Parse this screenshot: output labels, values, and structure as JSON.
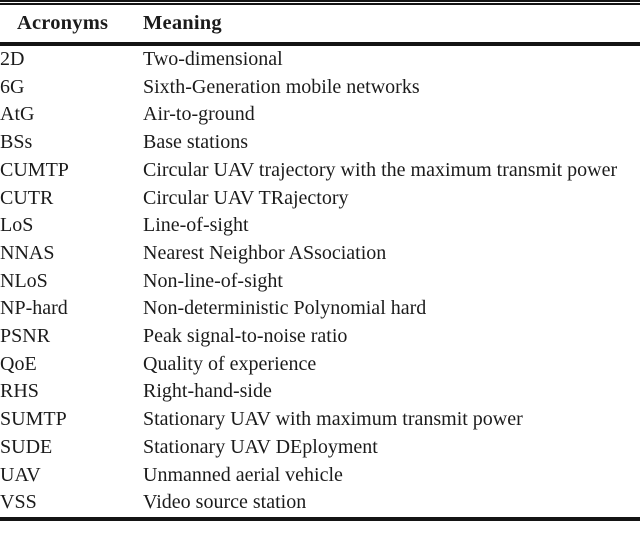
{
  "colors": {
    "text": "#1b1b1b",
    "rule": "#141414",
    "background": "#ffffff"
  },
  "table": {
    "headers": [
      "Acronyms",
      "Meaning"
    ],
    "rows": [
      {
        "acronym": "2D",
        "meaning": "Two-dimensional"
      },
      {
        "acronym": "6G",
        "meaning": "Sixth-Generation mobile networks"
      },
      {
        "acronym": "AtG",
        "meaning": "Air-to-ground"
      },
      {
        "acronym": "BSs",
        "meaning": "Base stations"
      },
      {
        "acronym": "CUMTP",
        "meaning": "Circular UAV trajectory with the maximum transmit power"
      },
      {
        "acronym": "CUTR",
        "meaning": "Circular UAV TRajectory"
      },
      {
        "acronym": "LoS",
        "meaning": "Line-of-sight"
      },
      {
        "acronym": "NNAS",
        "meaning": "Nearest Neighbor ASsociation"
      },
      {
        "acronym": "NLoS",
        "meaning": "Non-line-of-sight"
      },
      {
        "acronym": "NP-hard",
        "meaning": "Non-deterministic Polynomial hard"
      },
      {
        "acronym": "PSNR",
        "meaning": "Peak signal-to-noise ratio"
      },
      {
        "acronym": "QoE",
        "meaning": "Quality of experience"
      },
      {
        "acronym": "RHS",
        "meaning": "Right-hand-side"
      },
      {
        "acronym": "SUMTP",
        "meaning": "Stationary UAV with maximum transmit power"
      },
      {
        "acronym": "SUDE",
        "meaning": "Stationary UAV DEployment"
      },
      {
        "acronym": "UAV",
        "meaning": "Unmanned aerial vehicle"
      },
      {
        "acronym": "VSS",
        "meaning": "Video source station"
      }
    ]
  }
}
